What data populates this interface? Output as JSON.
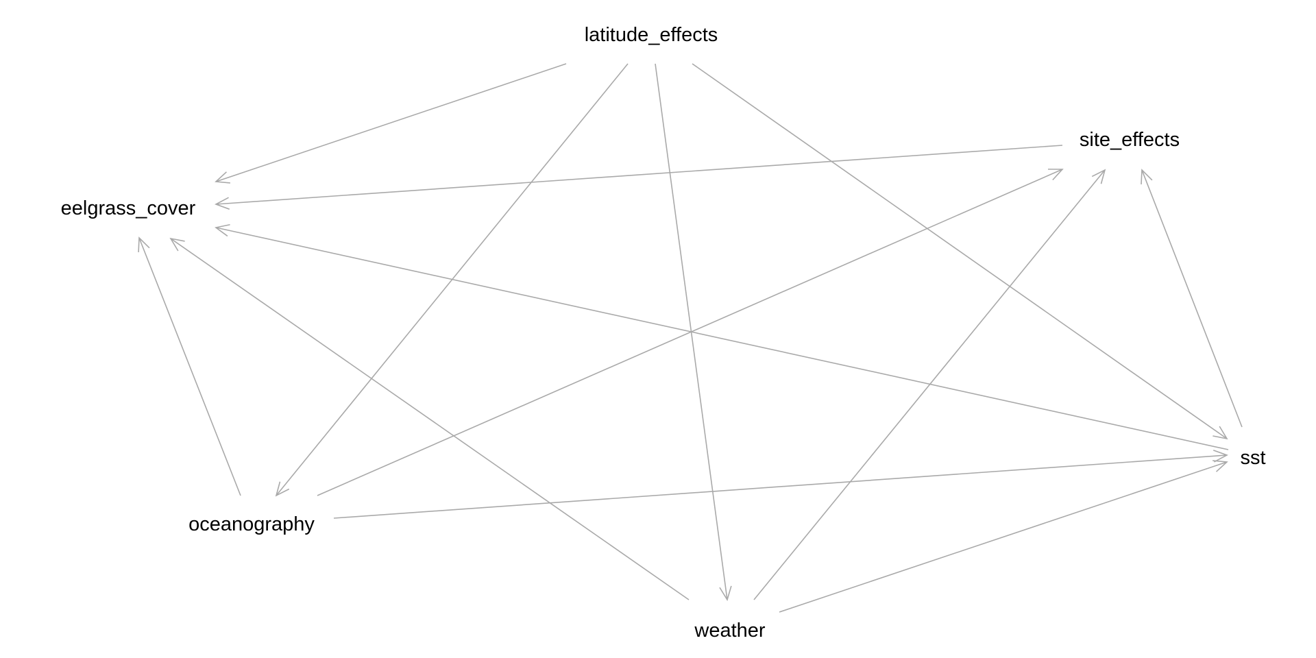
{
  "diagram": {
    "edge_color": "#a9a9a9",
    "text_color": "#000000",
    "background": "#ffffff",
    "nodes": [
      {
        "id": "latitude_effects",
        "label": "latitude_effects"
      },
      {
        "id": "site_effects",
        "label": "site_effects"
      },
      {
        "id": "eelgrass_cover",
        "label": "eelgrass_cover"
      },
      {
        "id": "sst",
        "label": "sst"
      },
      {
        "id": "oceanography",
        "label": "oceanography"
      },
      {
        "id": "weather",
        "label": "weather"
      }
    ],
    "edges": [
      {
        "from": "latitude_effects",
        "to": "eelgrass_cover"
      },
      {
        "from": "latitude_effects",
        "to": "oceanography"
      },
      {
        "from": "latitude_effects",
        "to": "weather"
      },
      {
        "from": "latitude_effects",
        "to": "sst"
      },
      {
        "from": "site_effects",
        "to": "eelgrass_cover"
      },
      {
        "from": "sst",
        "to": "eelgrass_cover"
      },
      {
        "from": "sst",
        "to": "site_effects"
      },
      {
        "from": "oceanography",
        "to": "eelgrass_cover"
      },
      {
        "from": "oceanography",
        "to": "site_effects"
      },
      {
        "from": "oceanography",
        "to": "sst"
      },
      {
        "from": "weather",
        "to": "eelgrass_cover"
      },
      {
        "from": "weather",
        "to": "site_effects"
      },
      {
        "from": "weather",
        "to": "sst"
      }
    ]
  }
}
